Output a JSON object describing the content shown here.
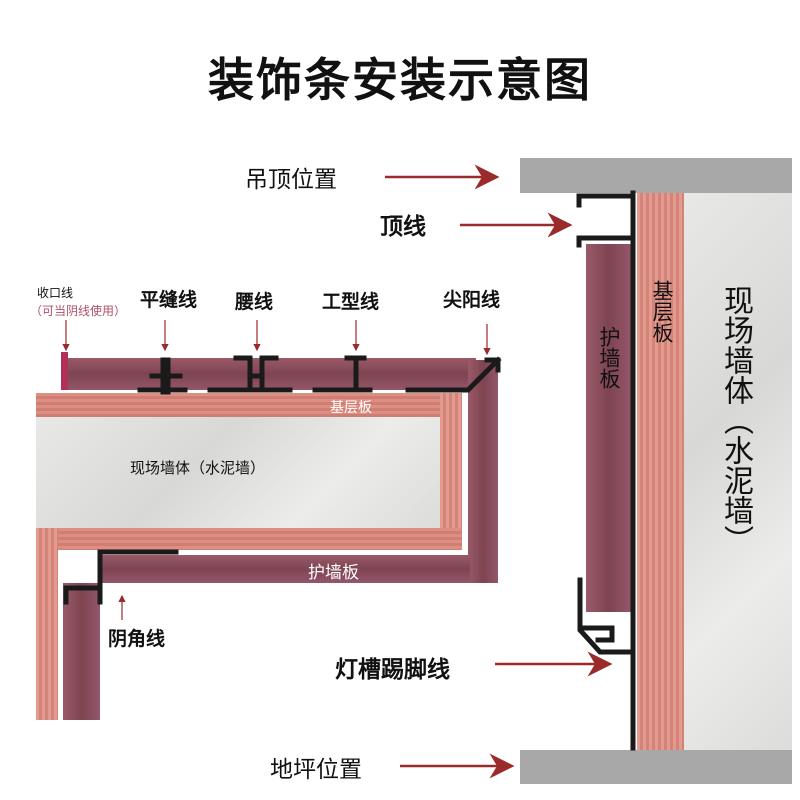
{
  "title": "装饰条安装示意图",
  "right": {
    "ceiling_label": "吊顶位置",
    "top_line_label": "顶线",
    "skirting_label": "灯槽踢脚线",
    "floor_label": "地坪位置",
    "panel_label": "护墙板",
    "base_label": "基层板",
    "wall_label": "现场墙体（水泥墙）"
  },
  "left": {
    "closing_line_label": "收口线",
    "closing_line_note": "（可当阴线使用）",
    "flat_seam_label": "平缝线",
    "waist_line_label": "腰线",
    "i_type_label": "工型线",
    "sharp_corner_label": "尖阳线",
    "base_label": "基层板",
    "wall_label": "现场墙体（水泥墙）",
    "panel_label": "护墙板",
    "inner_corner_label": "阴角线"
  },
  "colors": {
    "arrow": "#9b2b2b",
    "panel": "#8a4c5c",
    "base": "#d98a80",
    "ceiling": "#a8a8a8",
    "accent_note": "#b0506a"
  }
}
